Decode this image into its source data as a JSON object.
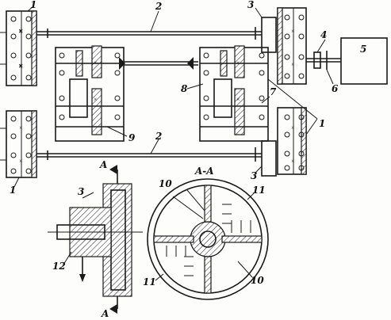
{
  "labels": {
    "n1a": "1",
    "n1b": "1",
    "n1c": "1",
    "n2a": "2",
    "n2b": "2",
    "n3a": "3",
    "n3b": "3",
    "n3c": "3",
    "n4": "4",
    "n5": "5",
    "n6": "6",
    "n7": "7",
    "n8": "8",
    "n9": "9",
    "n10a": "10",
    "n10b": "10",
    "n11a": "11",
    "n11b": "11",
    "n12": "12",
    "sectionTitle": "A-A",
    "cutTop": "A",
    "cutBottom": "A"
  },
  "colors": {
    "ink": "#1a1a1a",
    "paper": "#fdfdfb"
  }
}
